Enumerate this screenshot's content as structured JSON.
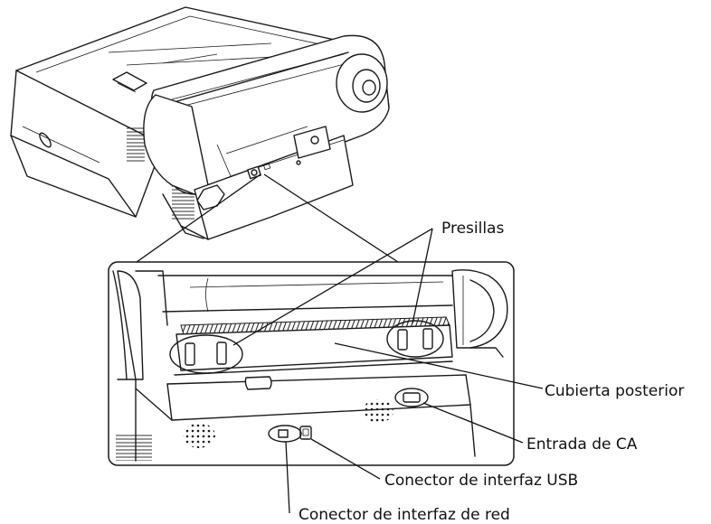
{
  "labels": {
    "clips": "Presillas",
    "rear_cover": "Cubierta posterior",
    "ac_inlet": "Entrada de CA",
    "usb_connector": "Conector de interfaz USB",
    "network_connector": "Conector de interfaz de red"
  },
  "colors": {
    "line": "#1a1a1a",
    "background": "#ffffff"
  }
}
